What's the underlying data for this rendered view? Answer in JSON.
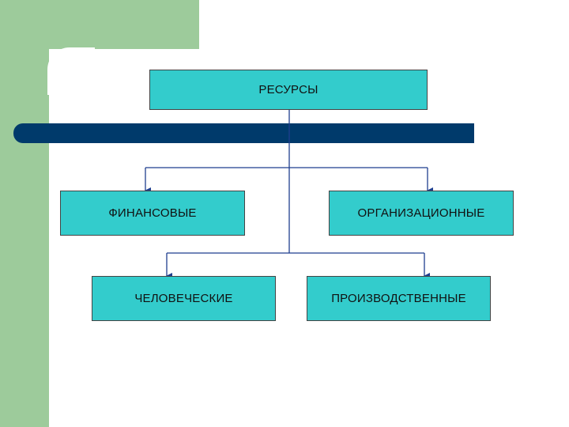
{
  "diagram": {
    "root": {
      "label": "РЕСУРСЫ"
    },
    "nodes": [
      {
        "id": "fin",
        "label": "ФИНАНСОВЫЕ"
      },
      {
        "id": "org",
        "label": "ОРГАНИЗАЦИОННЫЕ"
      },
      {
        "id": "hum",
        "label": "ЧЕЛОВЕЧЕСКИЕ"
      },
      {
        "id": "prod",
        "label": "ПРОИЗВОДСТВЕННЫЕ"
      }
    ],
    "edges": [
      {
        "from": "root",
        "to": "fin"
      },
      {
        "from": "root",
        "to": "org"
      },
      {
        "from": "root",
        "to": "hum"
      },
      {
        "from": "root",
        "to": "prod"
      }
    ]
  },
  "colors": {
    "node_fill": "#33cccc",
    "band": "#003a6b",
    "accent_green": "#9dcb9b",
    "line": "#1f3f8f"
  }
}
